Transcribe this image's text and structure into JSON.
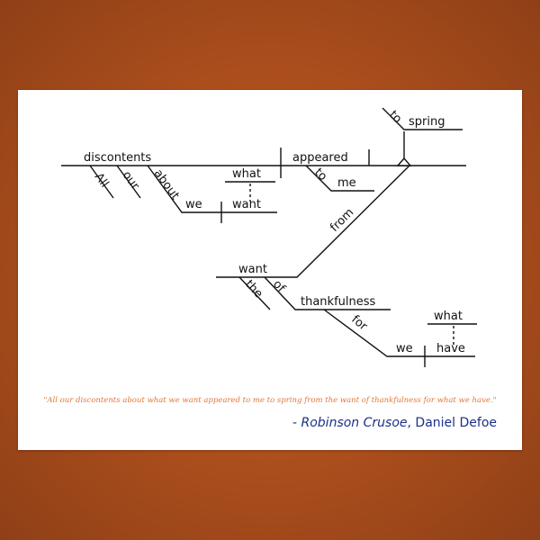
{
  "diagram": {
    "words": {
      "discontents": "discontents",
      "all": "All",
      "our": "our",
      "about": "about",
      "we_1": "we",
      "want_1": "want",
      "what_1": "what",
      "appeared": "appeared",
      "to_1": "to",
      "me": "me",
      "to_2": "to",
      "spring": "spring",
      "from": "from",
      "want_2": "want",
      "the": "the",
      "of": "of",
      "thankfulness": "thankfulness",
      "for": "for",
      "we_2": "we",
      "have": "have",
      "what_2": "what"
    }
  },
  "quote": "\"All our discontents about what we want appeared to me to spring from the want of thankfulness for what we have.\"",
  "attribution": {
    "dash": "- ",
    "title": "Robinson Crusoe",
    "separator": ", ",
    "author": "Daniel Defoe"
  },
  "colors": {
    "background": "#b0521e",
    "card": "#ffffff",
    "quote": "#e0783a",
    "attribution": "#1b2f8a",
    "lines": "#111111"
  }
}
